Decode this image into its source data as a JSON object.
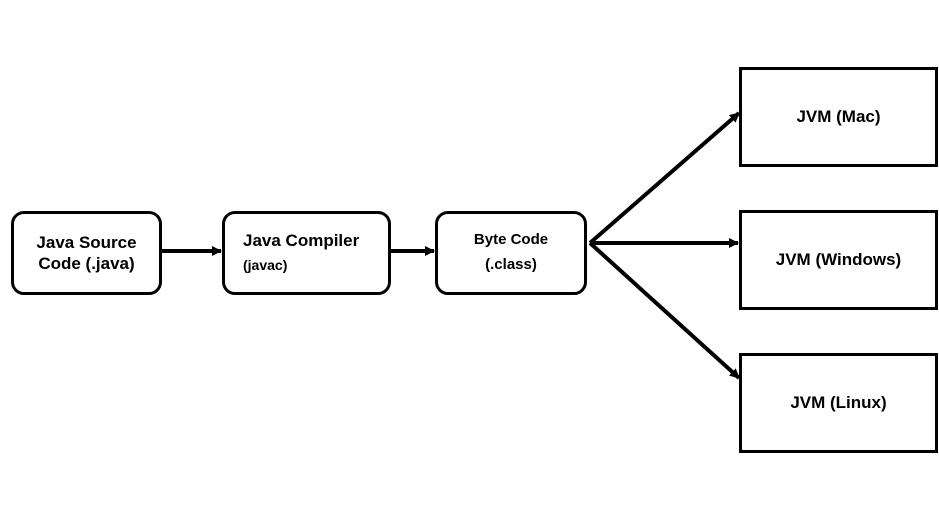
{
  "diagram": {
    "nodes": {
      "source": {
        "line1": "Java Source",
        "line2": "Code (.java)"
      },
      "compiler": {
        "line1": "Java Compiler",
        "line2": "(javac)"
      },
      "bytecode": {
        "line1": "Byte Code",
        "line2": "(.class)"
      },
      "jvm_mac": {
        "label": "JVM (Mac)"
      },
      "jvm_windows": {
        "label": "JVM (Windows)"
      },
      "jvm_linux": {
        "label": "JVM (Linux)"
      }
    },
    "edges": [
      {
        "from": "source",
        "to": "compiler"
      },
      {
        "from": "compiler",
        "to": "bytecode"
      },
      {
        "from": "bytecode",
        "to": "jvm_mac"
      },
      {
        "from": "bytecode",
        "to": "jvm_windows"
      },
      {
        "from": "bytecode",
        "to": "jvm_linux"
      }
    ],
    "colors": {
      "stroke": "#000000",
      "fill": "#ffffff"
    }
  }
}
